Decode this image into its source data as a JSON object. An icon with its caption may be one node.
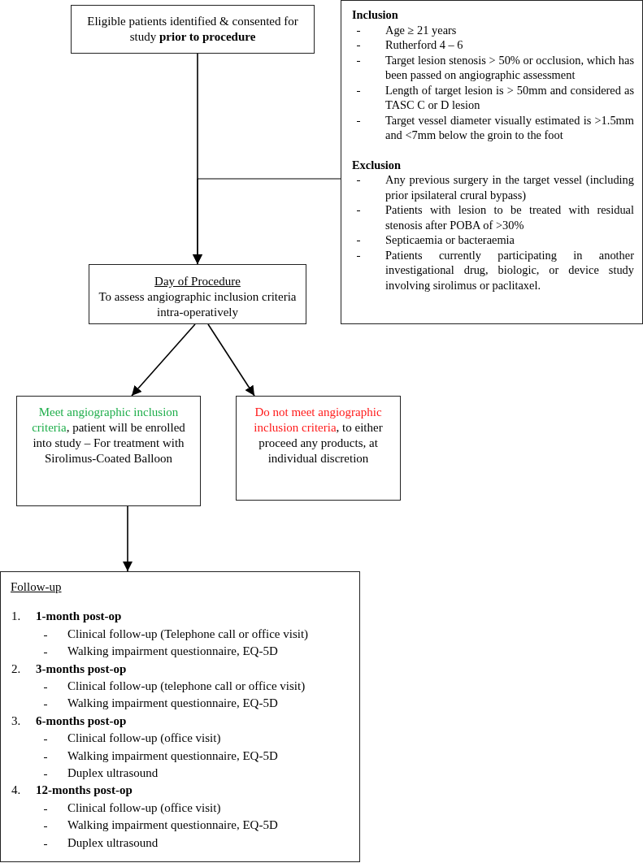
{
  "diagram": {
    "nodes": [
      {
        "text": [
          "Eligible patients identified & consented for study **prior to procedure**"
        ]
      },
      {
        "text": [
          "Inclusion",
          "Age ≥ 21 years",
          "Rutherford 4 – 6",
          "Target lesion stenosis > 50% or occlusion, which has been passed on angiographic assessment",
          "Length of target lesion is > 50mm and considered as TASC C or D lesion",
          "Target vessel diameter visually estimated is >1.5mm and <7mm below the groin to the foot",
          "Exclusion",
          "Any previous surgery in the target vessel (including prior ipsilateral crural bypass)",
          "Patients with lesion to be treated with residual stenosis after POBA of >30%",
          "Septicaemia or bacteraemia",
          "Patients currently participating in another investigational drug, biologic, or device study involving sirolimus or paclitaxel."
        ]
      },
      {
        "text": [
          "Day of Procedure",
          "To assess angiographic inclusion criteria intra-operatively"
        ]
      },
      {
        "text": [
          "Meet angiographic inclusion criteria",
          ", patient will be enrolled into study – For treatment with Sirolimus-Coated Balloon"
        ]
      },
      {
        "text": [
          "Do not meet angiographic inclusion criteria",
          ", to either proceed any products, at individual discretion"
        ]
      },
      {
        "text": [
          "Follow-up",
          "1.",
          "1-month post-op",
          "Clinical follow-up (Telephone call or office visit)",
          "Walking impairment questionnaire, EQ-5D",
          "2.",
          "3-months post-op",
          "Clinical follow-up (telephone call or office visit)",
          "Walking impairment questionnaire, EQ-5D",
          "3.",
          "6-months post-op",
          "Clinical follow-up (office visit)",
          "Walking impairment questionnaire, EQ-5D",
          "Duplex ultrasound",
          "4.",
          "12-months post-op",
          "Clinical follow-up (office visit)",
          "Walking impairment questionnaire, EQ-5D",
          "Duplex ultrasound"
        ]
      }
    ],
    "edges": [
      {
        "from": 0,
        "to": 2,
        "arrow": "to"
      },
      {
        "from": 1,
        "to": 2,
        "arrow": "to"
      },
      {
        "from": 2,
        "to": 3,
        "arrow": "to"
      },
      {
        "from": 2,
        "to": 4,
        "arrow": "to"
      },
      {
        "from": 3,
        "to": 5,
        "arrow": "to"
      }
    ]
  }
}
